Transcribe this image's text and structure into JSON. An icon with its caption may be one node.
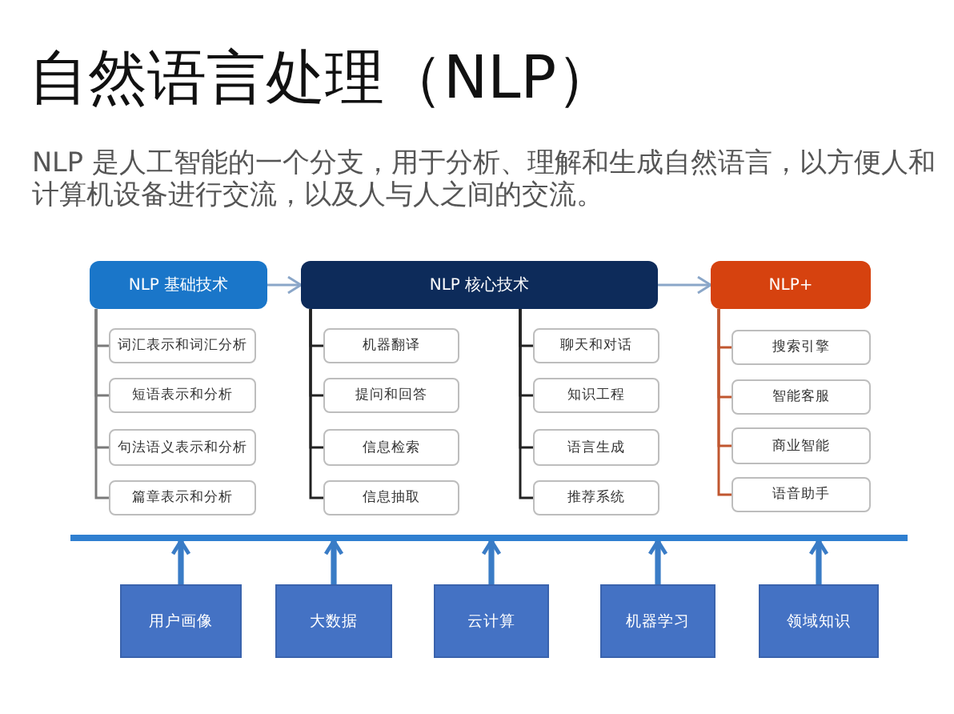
{
  "diagram": {
    "title": "自然语言处理（NLP）",
    "caption": "NLP 是人工智能的一个分支，用于分析、理解和生成自然语言，以方便人和计算机设备进行交流，以及人与人之间的交流。",
    "nodes": [
      {
        "text": [
          "NLP 基础技术"
        ]
      },
      {
        "text": [
          "词汇表示和词汇分析"
        ]
      },
      {
        "text": [
          "短语表示和分析"
        ]
      },
      {
        "text": [
          "句法语义表示和分析"
        ]
      },
      {
        "text": [
          "篇章表示和分析"
        ]
      },
      {
        "text": [
          "NLP 核心技术"
        ]
      },
      {
        "text": [
          "机器翻译"
        ]
      },
      {
        "text": [
          "提问和回答"
        ]
      },
      {
        "text": [
          "信息检索"
        ]
      },
      {
        "text": [
          "信息抽取"
        ]
      },
      {
        "text": [
          "聊天和对话"
        ]
      },
      {
        "text": [
          "知识工程"
        ]
      },
      {
        "text": [
          "语言生成"
        ]
      },
      {
        "text": [
          "推荐系统"
        ]
      },
      {
        "text": [
          "NLP+"
        ]
      },
      {
        "text": [
          "搜索引擎"
        ]
      },
      {
        "text": [
          "智能客服"
        ]
      },
      {
        "text": [
          "商业智能"
        ]
      },
      {
        "text": [
          "语音助手"
        ]
      },
      {
        "text": [],
        "shape": "bar"
      },
      {
        "text": [
          "用户画像"
        ]
      },
      {
        "text": [
          "大数据"
        ]
      },
      {
        "text": [
          "云计算"
        ]
      },
      {
        "text": [
          "机器学习"
        ]
      },
      {
        "text": [
          "领域知识"
        ]
      }
    ],
    "edges": [
      {
        "from": 0,
        "to": 5,
        "arrow": "to",
        "color": "#8aa6c8"
      },
      {
        "from": 5,
        "to": 14,
        "arrow": "to",
        "color": "#8aa6c8"
      },
      {
        "from": 0,
        "to": 1,
        "arrow": "none",
        "color": "#7a7a7a"
      },
      {
        "from": 0,
        "to": 2,
        "arrow": "none",
        "color": "#7a7a7a"
      },
      {
        "from": 0,
        "to": 3,
        "arrow": "none",
        "color": "#7a7a7a"
      },
      {
        "from": 0,
        "to": 4,
        "arrow": "none",
        "color": "#7a7a7a"
      },
      {
        "from": 5,
        "to": 6,
        "arrow": "none"
      },
      {
        "from": 5,
        "to": 7,
        "arrow": "none"
      },
      {
        "from": 5,
        "to": 8,
        "arrow": "none"
      },
      {
        "from": 5,
        "to": 9,
        "arrow": "none"
      },
      {
        "from": 5,
        "to": 10,
        "arrow": "none"
      },
      {
        "from": 5,
        "to": 11,
        "arrow": "none"
      },
      {
        "from": 5,
        "to": 12,
        "arrow": "none"
      },
      {
        "from": 5,
        "to": 13,
        "arrow": "none"
      },
      {
        "from": 14,
        "to": 15,
        "arrow": "none",
        "color": "#c0562f"
      },
      {
        "from": 14,
        "to": 16,
        "arrow": "none",
        "color": "#c0562f"
      },
      {
        "from": 14,
        "to": 17,
        "arrow": "none",
        "color": "#c0562f"
      },
      {
        "from": 14,
        "to": 18,
        "arrow": "none",
        "color": "#c0562f"
      },
      {
        "from": 20,
        "to": 19,
        "arrow": "to",
        "style": "thick",
        "color": "#3a7cc6"
      },
      {
        "from": 21,
        "to": 19,
        "arrow": "to",
        "style": "thick",
        "color": "#3a7cc6"
      },
      {
        "from": 22,
        "to": 19,
        "arrow": "to",
        "style": "thick",
        "color": "#3a7cc6"
      },
      {
        "from": 23,
        "to": 19,
        "arrow": "to",
        "style": "thick",
        "color": "#3a7cc6"
      },
      {
        "from": 24,
        "to": 19,
        "arrow": "to",
        "style": "thick",
        "color": "#3a7cc6"
      }
    ]
  }
}
